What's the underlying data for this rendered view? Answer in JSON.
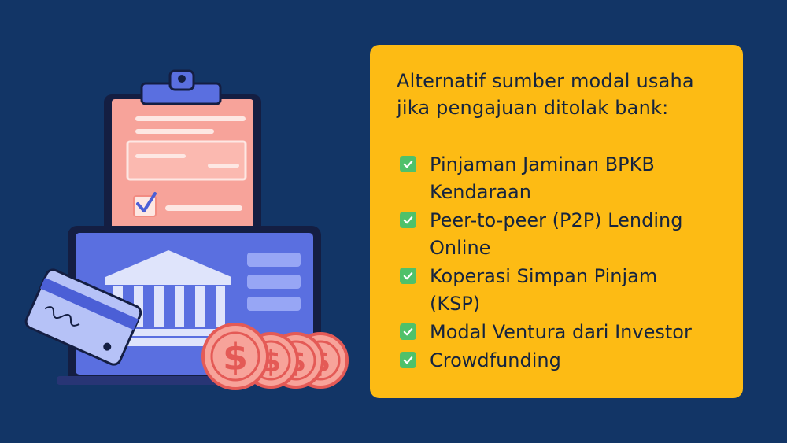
{
  "card": {
    "heading_line1": "Alternatif sumber modal usaha",
    "heading_line2": "jika pengajuan ditolak bank:",
    "items": [
      {
        "line1": "Pinjaman Jaminan BPKB",
        "line2": "Kendaraan"
      },
      {
        "line1": "Peer-to-peer (P2P) Lending",
        "line2": "Online"
      },
      {
        "line1": "Koperasi Simpan Pinjam",
        "line2": "(KSP)"
      },
      {
        "line1": "Modal Ventura dari Investor",
        "line2": ""
      },
      {
        "line1": "Crowdfunding",
        "line2": ""
      }
    ],
    "check_icon": "white-check-mark-button"
  },
  "illustration": {
    "coin_symbol": "$",
    "icons": [
      "clipboard-icon",
      "laptop-icon",
      "bank-building-icon",
      "credit-card-icon",
      "dollar-coin-icon"
    ]
  },
  "colors": {
    "background": "#123566",
    "card": "#fdbb14",
    "text": "#15243f",
    "check": "#4fc16a",
    "clipboard_paper": "#f7a39a",
    "laptop_screen": "#5a6fe0",
    "coin": "#f7a39a",
    "coin_outline": "#e45a56"
  }
}
